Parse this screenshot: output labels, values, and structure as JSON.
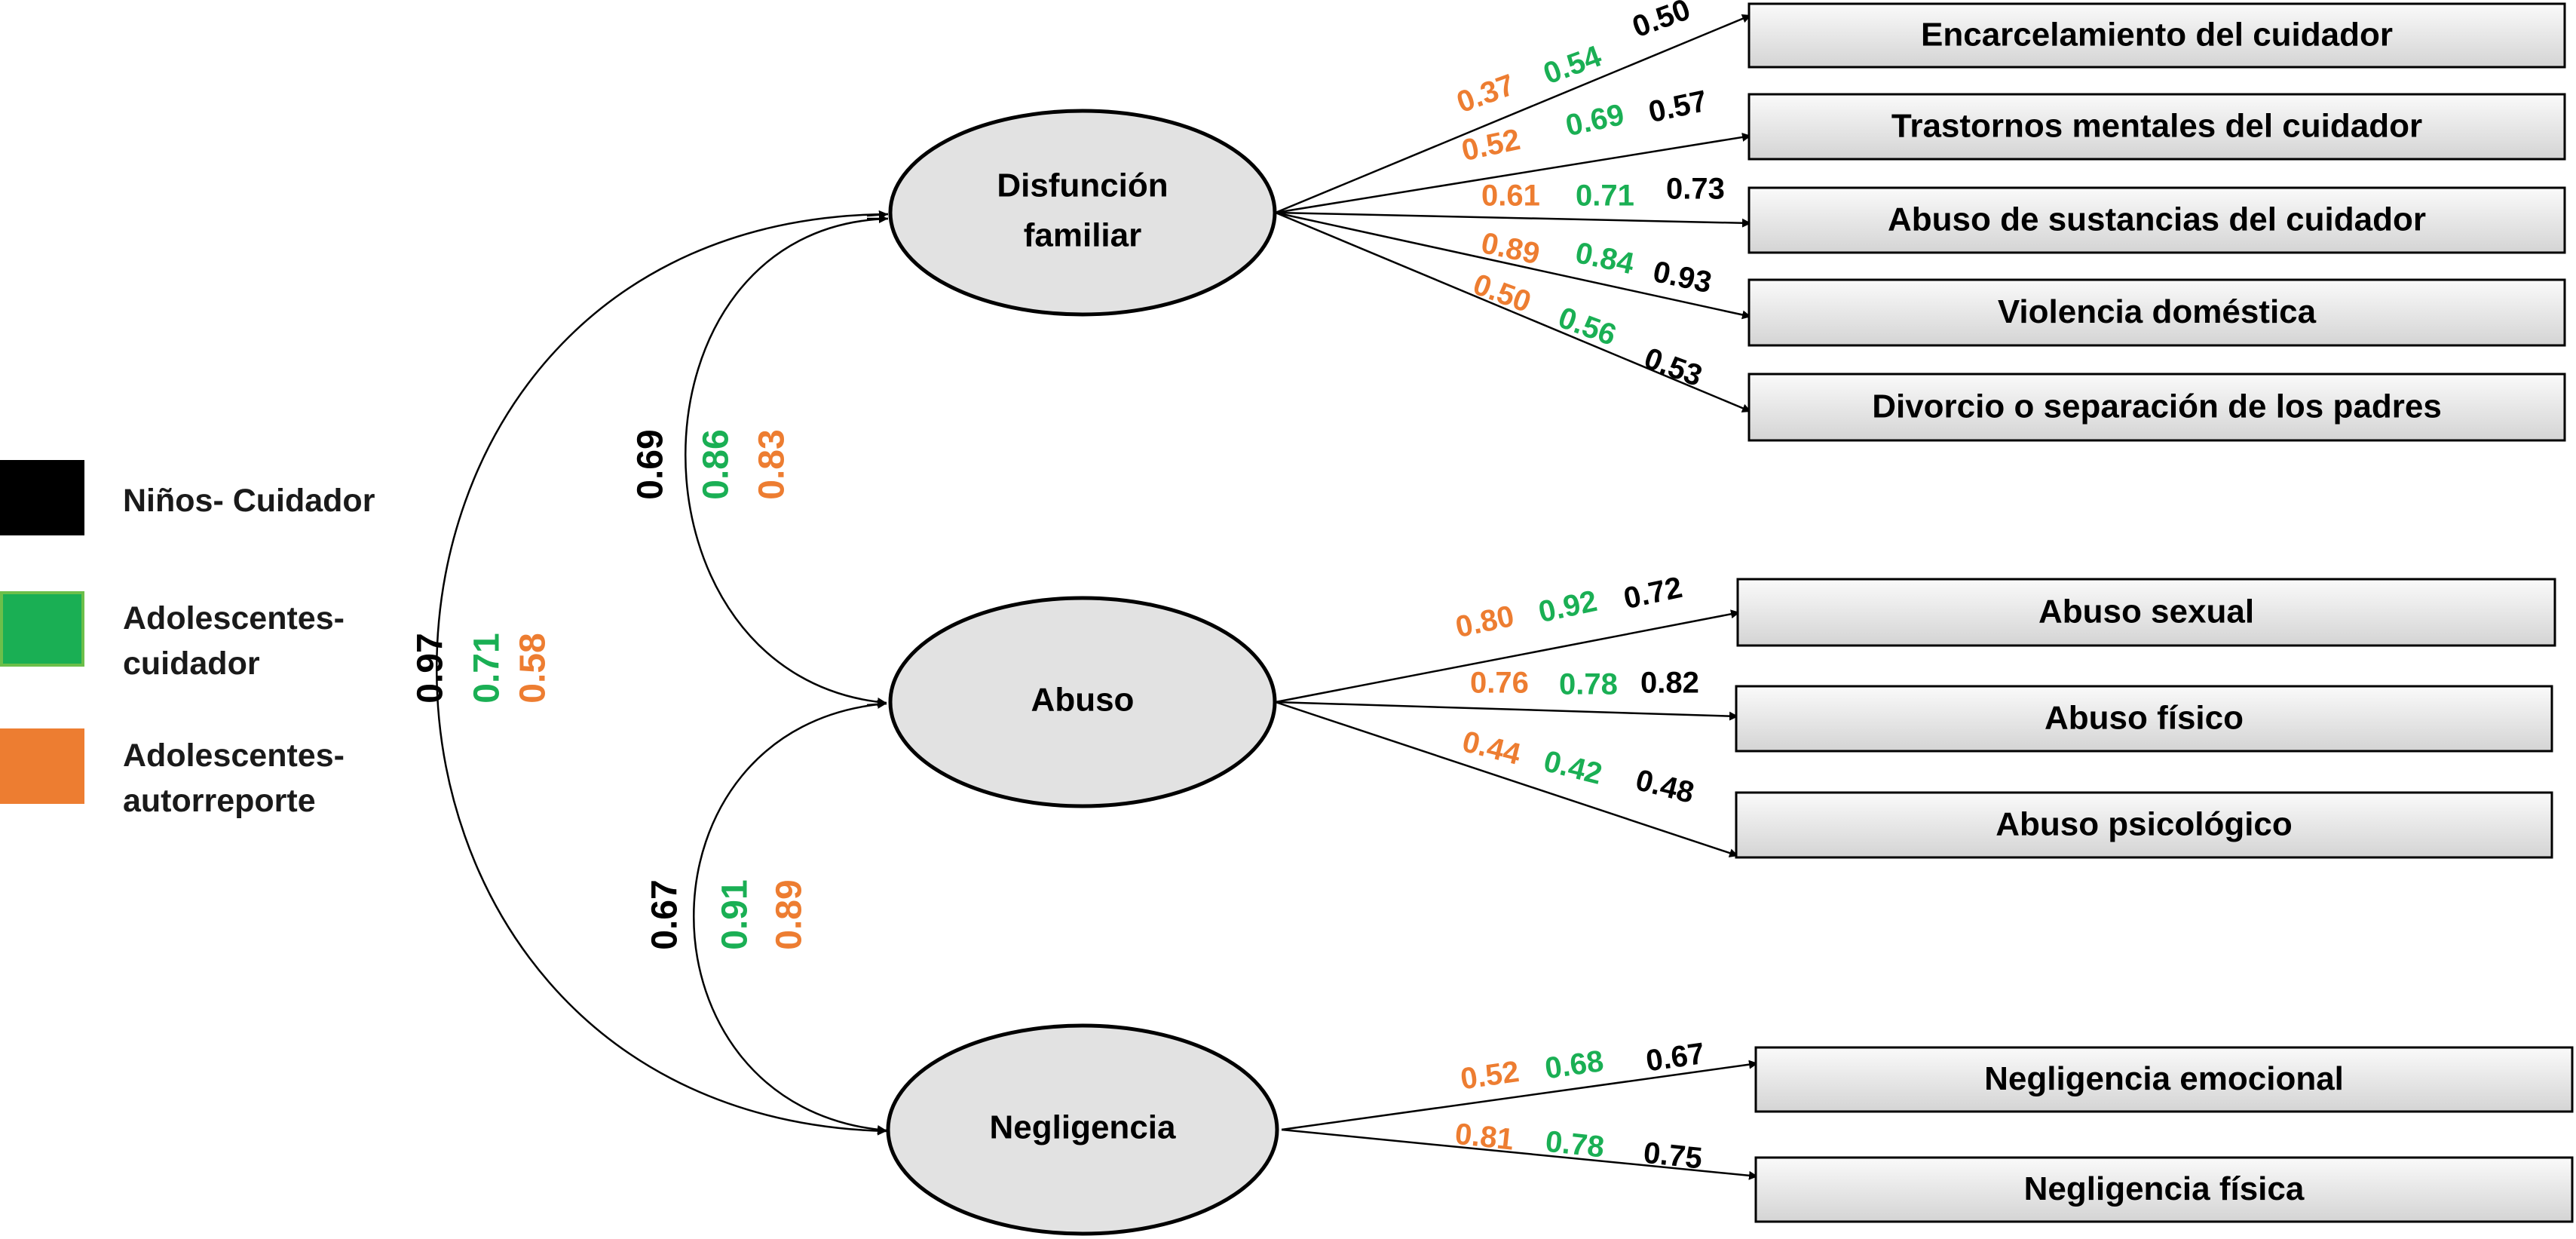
{
  "colors": {
    "black": "#000000",
    "green": "#1AAF54",
    "orange": "#ED7D31",
    "node_fill": "#E2E2E2",
    "box_gradient_top": "#FAFAFA",
    "box_gradient_bottom": "#D4D4D4"
  },
  "legend": [
    {
      "label": "Niños- Cuidador",
      "color": "#000000"
    },
    {
      "label": "Adolescentes-\ncuidador",
      "color": "#1AAF54"
    },
    {
      "label": "Adolescentes-\nautorreporte",
      "color": "#ED7D31"
    }
  ],
  "factors": [
    {
      "id": "disfuncion",
      "label_lines": [
        "Disfunción",
        "familiar"
      ]
    },
    {
      "id": "abuso",
      "label_lines": [
        "Abuso"
      ]
    },
    {
      "id": "negligencia",
      "label_lines": [
        "Negligencia"
      ]
    }
  ],
  "indicators": [
    {
      "label": "Encarcelamiento del cuidador",
      "factor": "disfuncion",
      "loadings": {
        "orange": "0.37",
        "green": "0.54",
        "black": "0.50"
      }
    },
    {
      "label": "Trastornos mentales del cuidador",
      "factor": "disfuncion",
      "loadings": {
        "orange": "0.52",
        "green": "0.69",
        "black": "0.57"
      }
    },
    {
      "label": "Abuso de sustancias del cuidador",
      "factor": "disfuncion",
      "loadings": {
        "orange": "0.61",
        "green": "0.71",
        "black": "0.73"
      }
    },
    {
      "label": "Violencia doméstica",
      "factor": "disfuncion",
      "loadings": {
        "orange": "0.89",
        "green": "0.84",
        "black": "0.93"
      }
    },
    {
      "label": "Divorcio o separación de los padres",
      "factor": "disfuncion",
      "loadings": {
        "orange": "0.50",
        "green": "0.56",
        "black": "0.53"
      }
    },
    {
      "label": "Abuso sexual",
      "factor": "abuso",
      "loadings": {
        "orange": "0.80",
        "green": "0.92",
        "black": "0.72"
      }
    },
    {
      "label": "Abuso físico",
      "factor": "abuso",
      "loadings": {
        "orange": "0.76",
        "green": "0.78",
        "black": "0.82"
      }
    },
    {
      "label": "Abuso psicológico",
      "factor": "abuso",
      "loadings": {
        "orange": "0.44",
        "green": "0.42",
        "black": "0.48"
      }
    },
    {
      "label": "Negligencia emocional",
      "factor": "negligencia",
      "loadings": {
        "orange": "0.52",
        "green": "0.68",
        "black": "0.67"
      }
    },
    {
      "label": "Negligencia física",
      "factor": "negligencia",
      "loadings": {
        "orange": "0.81",
        "green": "0.78",
        "black": "0.75"
      }
    }
  ],
  "correlations": [
    {
      "from": "disfuncion",
      "to": "abuso",
      "values": {
        "black": "0.69",
        "green": "0.86",
        "orange": "0.83"
      }
    },
    {
      "from": "abuso",
      "to": "negligencia",
      "values": {
        "black": "0.67",
        "green": "0.91",
        "orange": "0.89"
      }
    },
    {
      "from": "disfuncion",
      "to": "negligencia",
      "values": {
        "black": "0.97",
        "green": "0.71",
        "orange": "0.58"
      }
    }
  ]
}
